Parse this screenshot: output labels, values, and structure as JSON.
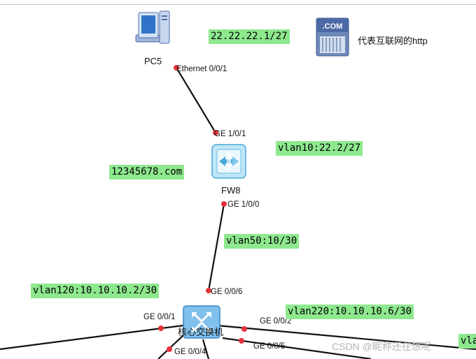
{
  "devices": {
    "pc": {
      "name": "PC5",
      "icon": "pc-icon"
    },
    "firewall": {
      "name": "FW8",
      "icon": "firewall-icon"
    },
    "core_switch": {
      "name": "核心交换机",
      "icon": "switch-icon"
    },
    "internet": {
      "icon": "dot-com-server-icon",
      "description": "代表互联网的http"
    }
  },
  "ports": {
    "pc_eth": "Ethernet 0/0/1",
    "fw_ge101": "GE 1/0/1",
    "fw_ge100": "GE 1/0/0",
    "sw_ge006": "GE 0/0/6",
    "sw_ge001": "GE 0/0/1",
    "sw_ge002": "GE 0/0/2",
    "sw_ge004": "GE 0/0/4",
    "sw_ge005": "GE 0/0/5"
  },
  "tags": {
    "pc_ip": "22.22.22.1/27",
    "vlan10": "vlan10:22.2/27",
    "domain": "12345678.com",
    "vlan50": "vlan50:10/30",
    "vlan120": "vlan120:10.10.10.2/30",
    "vlan220": "vlan220:10.10.10.6/30",
    "edge_cut": "vla"
  },
  "watermark": "CSDN @昵称还在想呢",
  "colors": {
    "tag_bg": "#8ee88e",
    "port_dot": "#e8323c",
    "link": "#111111"
  }
}
